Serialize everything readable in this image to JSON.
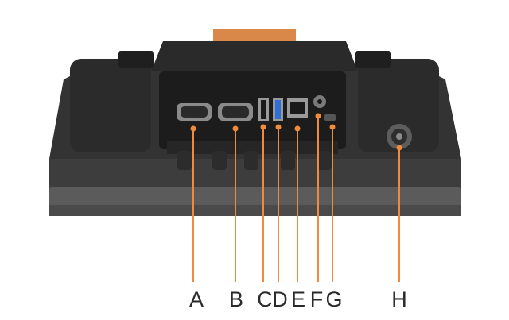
{
  "colors": {
    "background": "#ffffff",
    "chassis": "#3a3a3a",
    "chassis_dark": "#262626",
    "base_plate": "#555555",
    "top_tab": "#d9884a",
    "io_panel": "#1c1c1c",
    "connector_metal": "#8a8a8a",
    "usb3_blue": "#2f6fd6",
    "callout_orange": "#f08a3c",
    "label_text": "#2a2a2a"
  },
  "device": {
    "description_icon": "industrial-panel-pc-rear-icon"
  },
  "callouts": [
    {
      "id": "A",
      "label": "A",
      "port_icon": "serial-db9-port-icon"
    },
    {
      "id": "B",
      "label": "B",
      "port_icon": "serial-db9-port-icon"
    },
    {
      "id": "C",
      "label": "C",
      "port_icon": "usb2-port-icon"
    },
    {
      "id": "D",
      "label": "D",
      "port_icon": "usb3-port-icon"
    },
    {
      "id": "E",
      "label": "E",
      "port_icon": "rj45-lan-port-icon"
    },
    {
      "id": "F",
      "label": "F",
      "port_icon": "dc-power-jack-icon"
    },
    {
      "id": "G",
      "label": "G",
      "port_icon": "power-button-icon"
    },
    {
      "id": "H",
      "label": "H",
      "port_icon": "m12-circular-connector-icon"
    }
  ]
}
